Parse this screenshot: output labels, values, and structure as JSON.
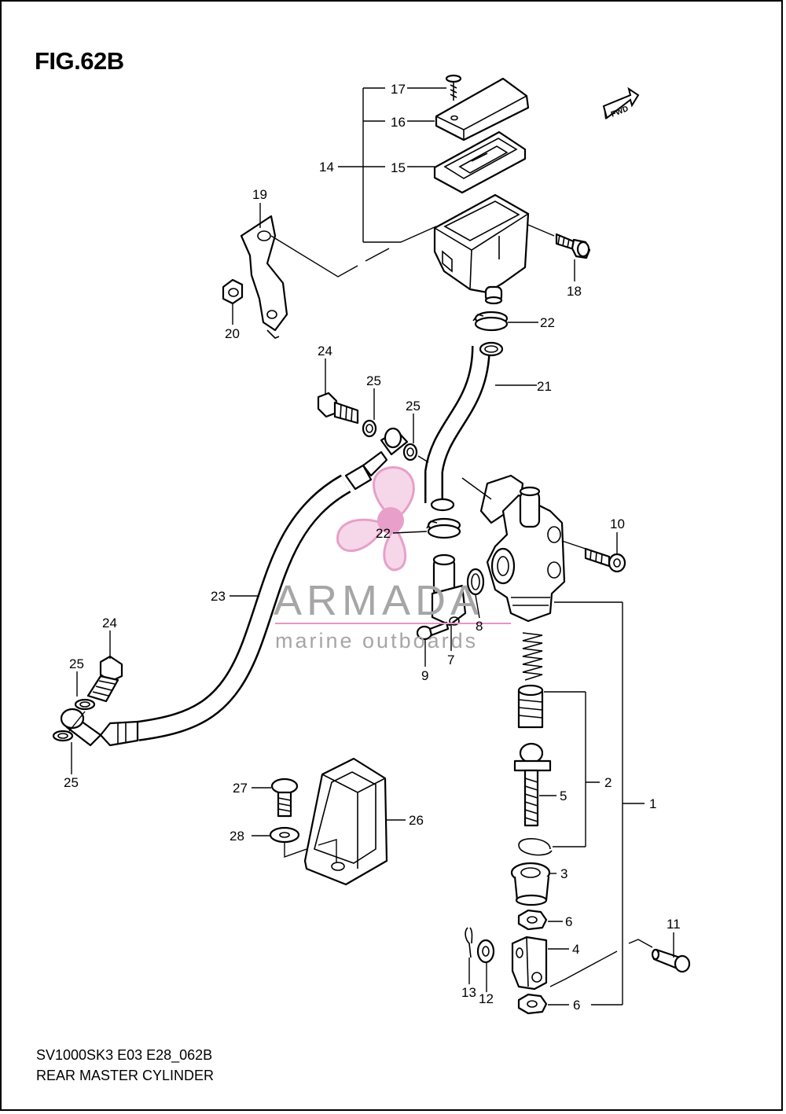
{
  "figure": {
    "title": "FIG.62B",
    "model_code": "SV1000SK3 E03 E28_062B",
    "section_name": "REAR MASTER CYLINDER",
    "fwd_label": "FWD"
  },
  "watermark": {
    "brand": "ARMADA",
    "tagline": "marine outboards",
    "accent_color": "#e695c4"
  },
  "callouts": [
    "1",
    "2",
    "3",
    "4",
    "5",
    "6",
    "6",
    "7",
    "8",
    "9",
    "10",
    "11",
    "12",
    "13",
    "14",
    "15",
    "16",
    "17",
    "18",
    "19",
    "20",
    "21",
    "22",
    "22",
    "23",
    "24",
    "24",
    "25",
    "25",
    "25",
    "25",
    "26",
    "27",
    "28"
  ]
}
